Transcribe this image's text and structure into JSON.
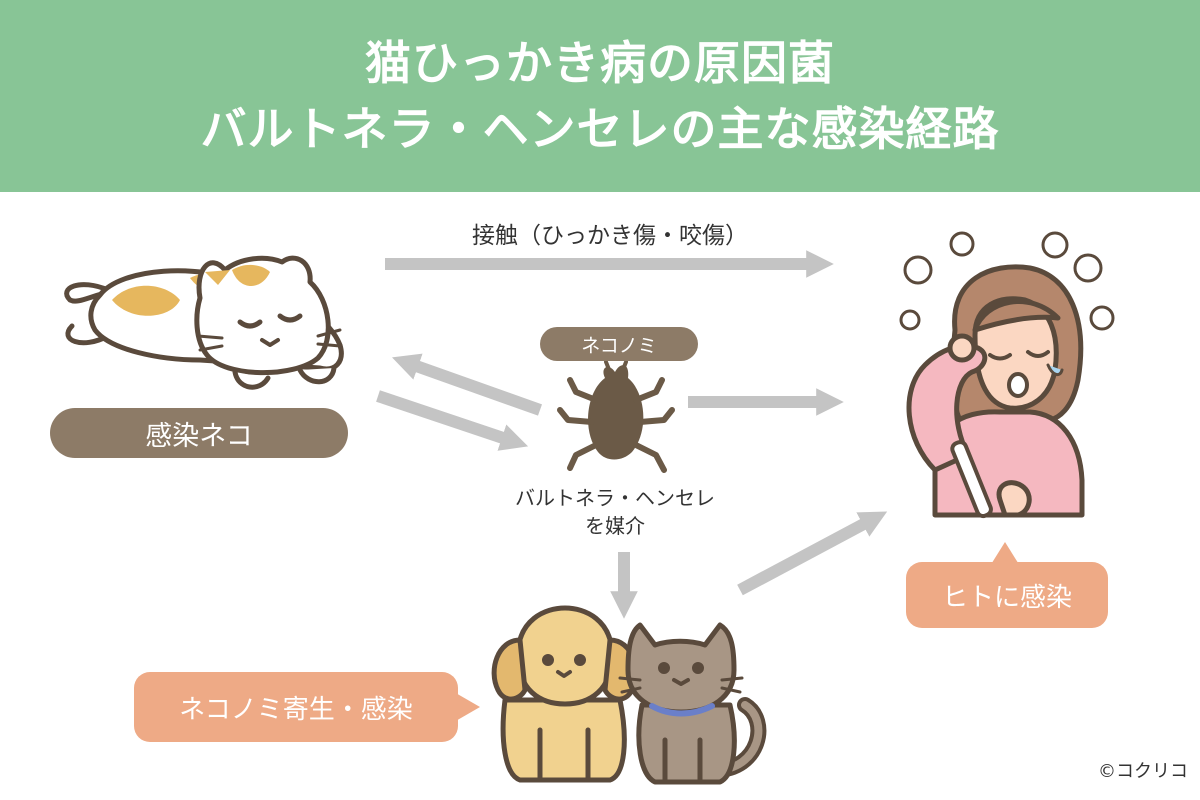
{
  "header": {
    "title_line1": "猫ひっかき病の原因菌",
    "title_line2": "バルトネラ・ヘンセレの主な感染経路"
  },
  "labels": {
    "contact": "接触（ひっかき傷・咬傷）",
    "infected_cat": "感染ネコ",
    "flea": "ネコノミ",
    "mediate_line1": "バルトネラ・ヘンセレ",
    "mediate_line2": "を媒介",
    "human_infection": "ヒトに感染",
    "pet_infection": "ネコノミ寄生・感染"
  },
  "credit": "©コクリコ",
  "colors": {
    "header_bg": "#88c596",
    "brown_pill": "#8d7b67",
    "peach_pill": "#eeaa86",
    "arrow": "#c4c4c4"
  }
}
